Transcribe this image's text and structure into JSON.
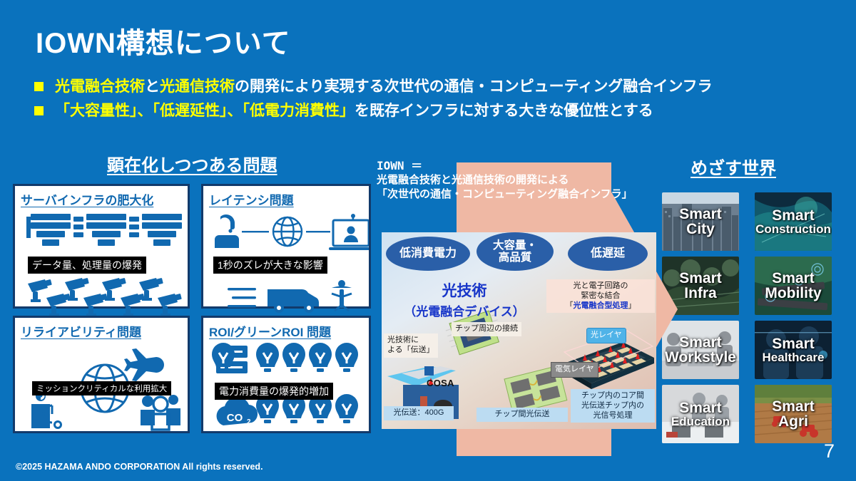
{
  "slide": {
    "background_color": "#0a72bd",
    "title": "IOWN構想について",
    "page_number": "7",
    "copyright": "©2025 HAZAMA ANDO CORPORATION All rights reserved.",
    "accent_yellow": "#ffff00",
    "accent_white": "#ffffff",
    "arrow_color": "#efb8a4"
  },
  "bullets": [
    {
      "marker": "square-bullet",
      "parts": [
        {
          "t": "光電融合技術",
          "hl": true
        },
        {
          "t": "と",
          "hl": false
        },
        {
          "t": "光通信技術",
          "hl": true
        },
        {
          "t": "の開発により実現する次世代の通信・コンピューティング融合インフラ",
          "hl": false
        }
      ]
    },
    {
      "marker": "square-bullet",
      "parts": [
        {
          "t": "「大容量性」、「低遅延性」、「低電力消費性」",
          "hl": true
        },
        {
          "t": "を既存インフラに対する大きな優位性とする",
          "hl": false
        }
      ]
    }
  ],
  "sections": {
    "problems_heading": "顕在化しつつある問題",
    "world_heading": "めざす世界"
  },
  "problem_cards": [
    {
      "id": "server",
      "title": "サーバインフラの肥大化",
      "band": "データ量、処理量の爆発",
      "icons": [
        "server-rack-icon",
        "security-camera-icon"
      ]
    },
    {
      "id": "latency",
      "title": "レイテンシ問題",
      "band": "1秒のズレが大きな影響",
      "icons": [
        "headset-person-icon",
        "globe-icon",
        "video-call-icon",
        "van-icon",
        "motorcycle-icon"
      ]
    },
    {
      "id": "reliability",
      "title": "リライアビリティ問題",
      "band": "ミッションクリティカルな利用拡大",
      "icons": [
        "airplane-icon",
        "globe-icon",
        "doctor-icon",
        "stethoscope-icon",
        "people-group-icon"
      ]
    },
    {
      "id": "roi",
      "title": "ROI/グリーンROI 問題",
      "band": "電力消費量の爆発的増加",
      "icons": [
        "server-icon",
        "lightbulb-icon",
        "co2-cloud-icon"
      ]
    }
  ],
  "iown_definition": {
    "line1": "IOWN ＝",
    "line2": "光電融合技術と光通信技術の開発による",
    "line3": "「次世代の通信・コンピューティング融合インフラ」"
  },
  "optical_panel": {
    "ellipses": [
      {
        "id": "low-power",
        "label": "低消費電力"
      },
      {
        "id": "high-capacity",
        "label_line1": "大容量・",
        "label_line2": "高品質"
      },
      {
        "id": "low-latency",
        "label": "低遅延"
      }
    ],
    "title_line1": "光技術",
    "title_line2": "（光電融合デバイス）",
    "tags": {
      "fusion_line1": "光と電子回路の",
      "fusion_line2": "緊密な結合",
      "fusion_line3_pre": "「",
      "fusion_line3_hl": "光電融合型処理",
      "fusion_line3_post": "」",
      "chip_edge": "チップ周辺の接続",
      "transmission_line1": "光技術に",
      "transmission_line2": "よる「伝送」",
      "optical_layer": "光レイヤ",
      "electric_layer": "電気レイヤ",
      "cosa": "COSA",
      "optical_400g": "光伝送：400G",
      "chip_to_chip": "チップ間光伝送",
      "core_line1": "チップ内のコア間",
      "core_line2": "光伝送チップ内の",
      "core_line3": "光信号処理"
    }
  },
  "smart_tiles": [
    {
      "id": "smart-city",
      "line1": "Smart",
      "line2": "City",
      "small": false,
      "photo": "cityscape"
    },
    {
      "id": "smart-construction",
      "line1": "Smart",
      "line2": "Construction",
      "small": true,
      "photo": "construction"
    },
    {
      "id": "smart-infra",
      "line1": "Smart",
      "line2": "Infra",
      "small": false,
      "photo": "infrastructure"
    },
    {
      "id": "smart-mobility",
      "line1": "Smart",
      "line2": "Mobility",
      "small": false,
      "photo": "mobility"
    },
    {
      "id": "smart-workstyle",
      "line1": "Smart",
      "line2": "Workstyle",
      "small": false,
      "photo": "office"
    },
    {
      "id": "smart-healthcare",
      "line1": "Smart",
      "line2": "Healthcare",
      "small": false,
      "photo": "healthcare"
    },
    {
      "id": "smart-education",
      "line1": "Smart",
      "line2": "Education",
      "small": false,
      "photo": "classroom"
    },
    {
      "id": "smart-agri",
      "line1": "Smart",
      "line2": "Agri",
      "small": false,
      "photo": "farmland"
    }
  ]
}
